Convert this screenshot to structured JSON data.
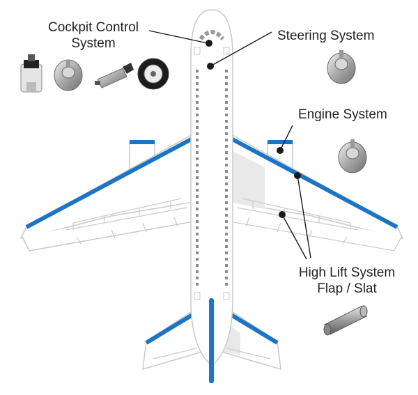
{
  "labels": {
    "cockpit_line1": "Cockpit Control",
    "cockpit_line2": "System",
    "steering": "Steering System",
    "engine": "Engine System",
    "highlift_line1": "High Lift System",
    "highlift_line2": "Flap / Slat"
  },
  "colors": {
    "accent_blue": "#1b75c4",
    "outline": "#c9c9c9",
    "body_fill": "#ffffff",
    "shadow_fill": "#e9e9e9",
    "leader": "#1a1a1a"
  },
  "icons": [
    "cockpit-sensor-icon",
    "rotary-motor-icon",
    "gear-motor-icon",
    "encoder-icon",
    "steering-motor-icon",
    "engine-motor-icon",
    "flap-actuator-icon"
  ]
}
